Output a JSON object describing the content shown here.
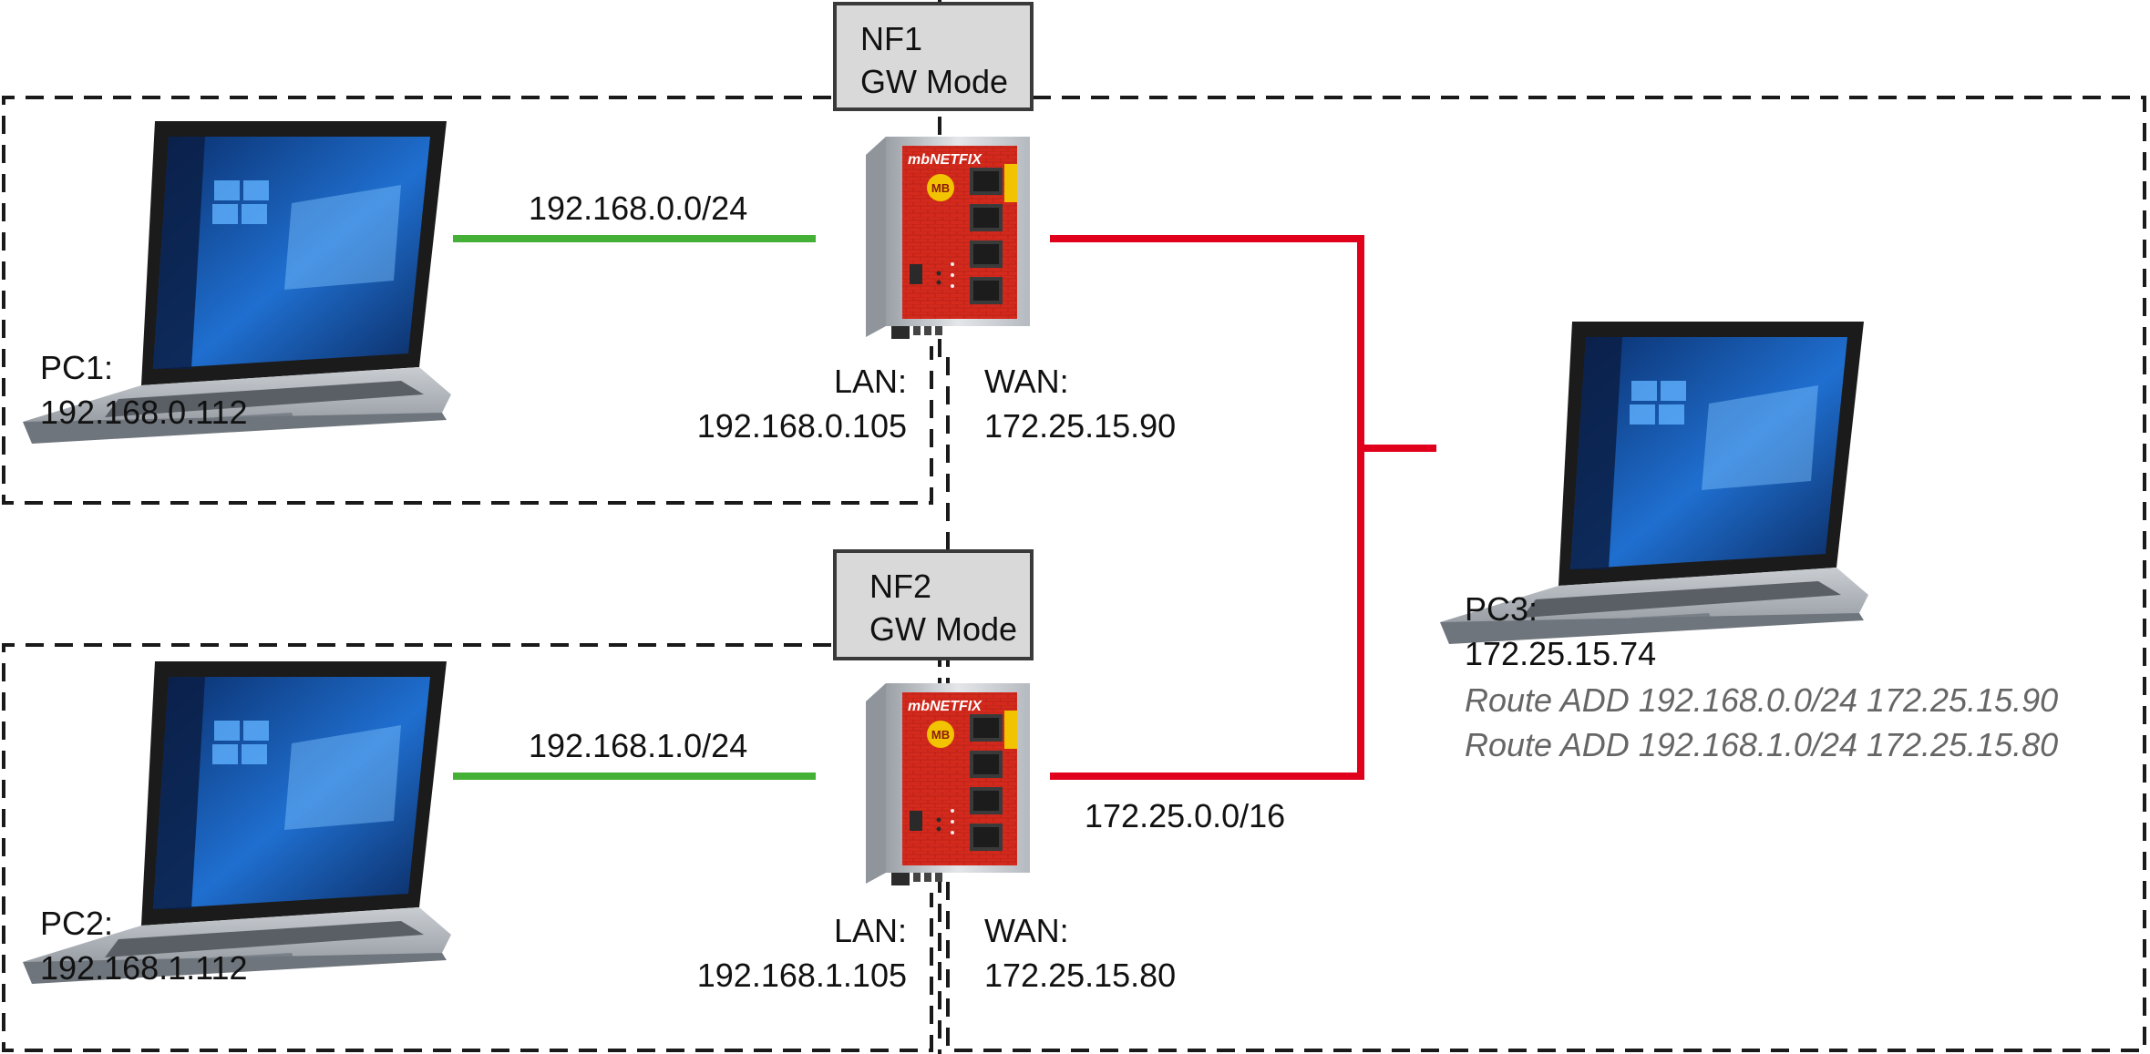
{
  "nf1": {
    "name": "NF1",
    "mode": "GW Mode",
    "lan_label": "LAN:",
    "lan_ip": "192.168.0.105",
    "wan_label": "WAN:",
    "wan_ip": "172.25.15.90"
  },
  "nf2": {
    "name": "NF2",
    "mode": "GW Mode",
    "lan_label": "LAN:",
    "lan_ip": "192.168.1.105",
    "wan_label": "WAN:",
    "wan_ip": "172.25.15.80"
  },
  "pc1": {
    "name": "PC1:",
    "ip": "192.168.0.112"
  },
  "pc2": {
    "name": "PC2:",
    "ip": "192.168.1.112"
  },
  "pc3": {
    "name": "PC3:",
    "ip": "172.25.15.74",
    "routes": [
      "Route ADD 192.168.0.0/24 172.25.15.90",
      "Route ADD 192.168.1.0/24 172.25.15.80"
    ]
  },
  "networks": {
    "lan1": "192.168.0.0/24",
    "lan2": "192.168.1.0/24",
    "wan": "172.25.0.0/16"
  },
  "device_brand": "mbNETFIX",
  "device_logo": "MB",
  "colors": {
    "lan_line": "#44b035",
    "wan_line": "#e0001b",
    "device_red": "#d42a1e",
    "zone_border": "#1a1a1a"
  }
}
